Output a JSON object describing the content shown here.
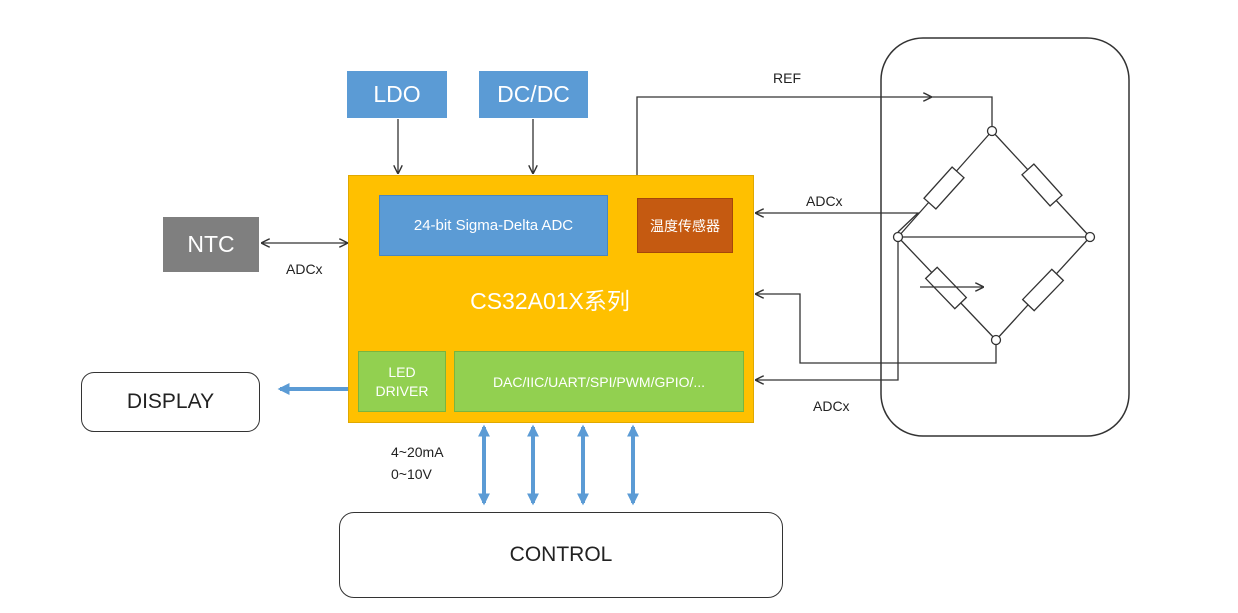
{
  "blocks": {
    "ldo": "LDO",
    "dcdc": "DC/DC",
    "ntc": "NTC",
    "display": "DISPLAY",
    "control": "CONTROL",
    "mcu": "CS32A01X系列",
    "adc": "24-bit Sigma-Delta ADC",
    "temp_sensor": "温度传感器",
    "led_driver_line1": "LED",
    "led_driver_line2": "DRIVER",
    "interfaces": "DAC/IIC/UART/SPI/PWM/GPIO/..."
  },
  "labels": {
    "ref": "REF",
    "adcx_top": "ADCx",
    "adcx_bottom": "ADCx",
    "adcx_ntc": "ADCx",
    "out_current": "4~20mA",
    "out_voltage": "0~10V"
  },
  "colors": {
    "mcu_fill": "#ffc000",
    "mcu_border": "#e0a800",
    "adc_fill": "#5b9bd5",
    "temp_sensor_fill": "#c55a11",
    "led_driver_fill": "#92d050",
    "interfaces_fill": "#92d050",
    "ntc_fill": "#7f7f7f",
    "ldo_fill": "#5b9bd5",
    "arrow_blue": "#5b9bd5"
  }
}
